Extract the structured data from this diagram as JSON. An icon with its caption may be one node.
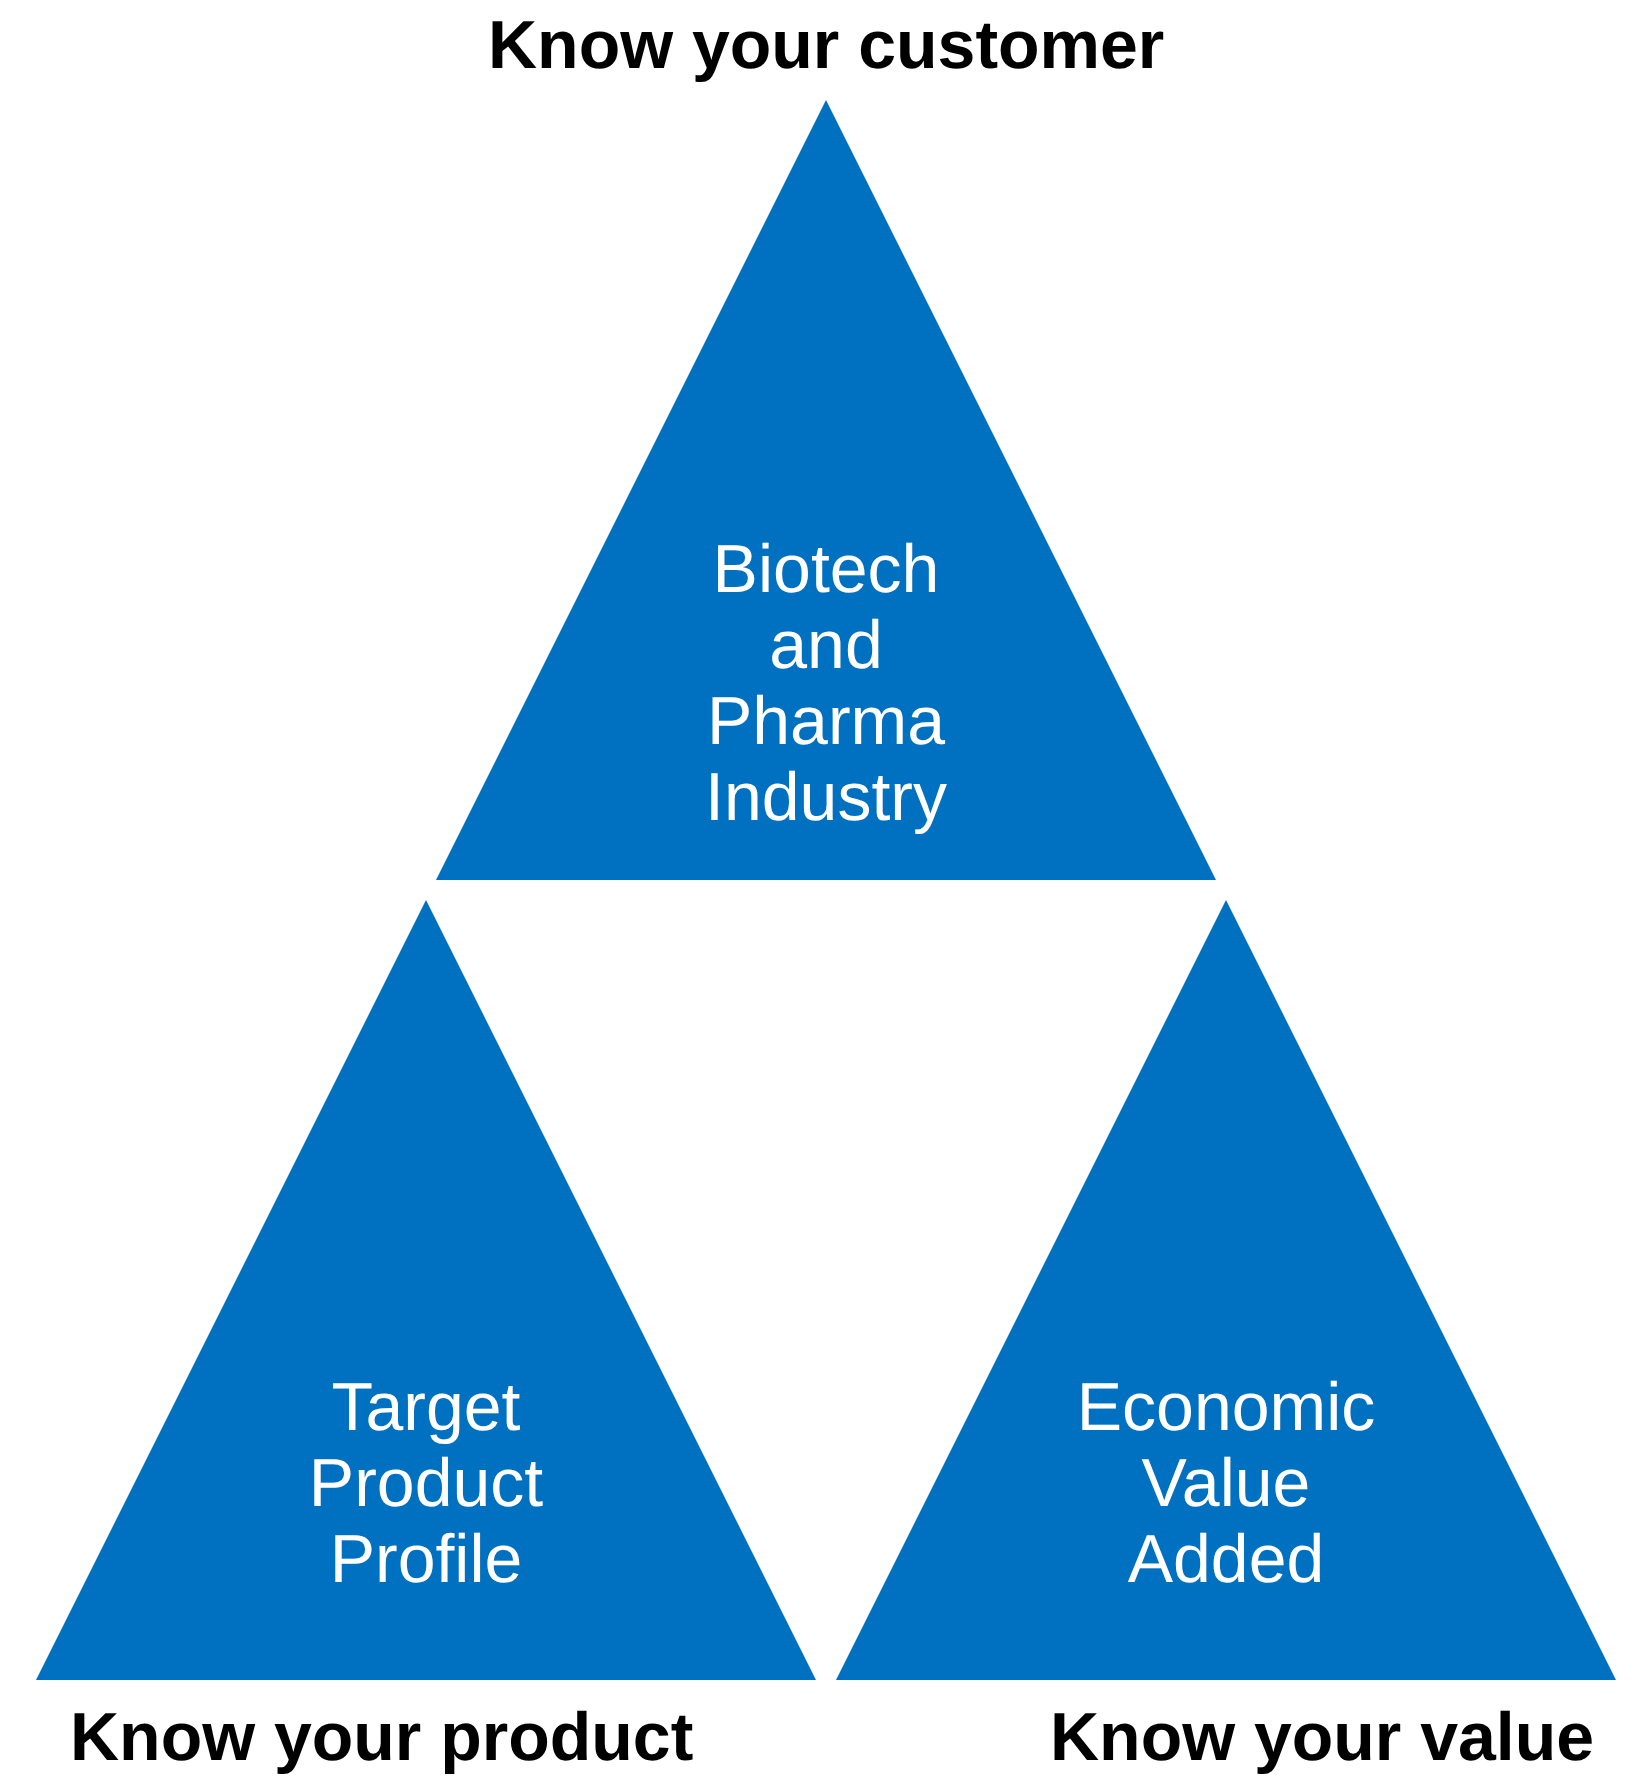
{
  "diagram": {
    "nodes": [
      {
        "text": [
          "Know your customer",
          "Biotech and Pharma Industry"
        ]
      },
      {
        "text": [
          "Target Product Profile",
          "Know your product"
        ]
      },
      {
        "text": [
          "Economic Value Added",
          "Know your value"
        ]
      }
    ]
  }
}
